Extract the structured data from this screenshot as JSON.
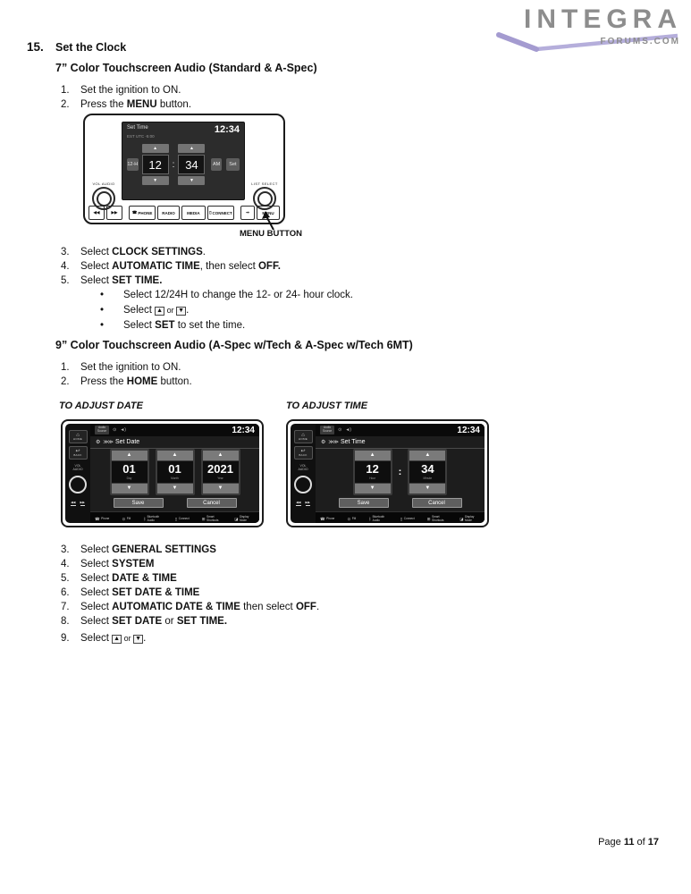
{
  "chars": {
    "bullet": "•",
    "colon": ":",
    "up": "▲",
    "down": "▼"
  },
  "logo": {
    "title": "INTEGRA",
    "subtitle": "FORUMS.COM"
  },
  "heading": {
    "number": "15.",
    "title": "Set the Clock"
  },
  "section7": {
    "title": "7” Color Touchscreen Audio (Standard & A-Spec)",
    "steps1": [
      {
        "num": "1.",
        "segs": [
          {
            "t": "Set the ignition to ON."
          }
        ]
      },
      {
        "num": "2.",
        "segs": [
          {
            "t": "Press the "
          },
          {
            "t": "MENU",
            "b": 1
          },
          {
            "t": " button."
          }
        ]
      }
    ],
    "menu_caption": "MENU BUTTON",
    "steps2": [
      {
        "num": "3.",
        "segs": [
          {
            "t": "Select "
          },
          {
            "t": "CLOCK SETTINGS",
            "b": 1
          },
          {
            "t": "."
          }
        ]
      },
      {
        "num": "4.",
        "segs": [
          {
            "t": "Select "
          },
          {
            "t": "AUTOMATIC TIME",
            "b": 1
          },
          {
            "t": ", then select "
          },
          {
            "t": "OFF.",
            "b": 1
          }
        ]
      },
      {
        "num": "5.",
        "segs": [
          {
            "t": "Select "
          },
          {
            "t": "SET TIME.",
            "b": 1
          }
        ]
      }
    ],
    "bullets": [
      {
        "segs": [
          {
            "t": "Select 12/24H to change the 12- or 24- hour clock."
          }
        ]
      },
      {
        "segs": [
          {
            "t": "Select "
          },
          {
            "k": "▲"
          },
          {
            "t": " or ",
            "sm": 1
          },
          {
            "k": "▼"
          },
          {
            "t": "."
          }
        ]
      },
      {
        "segs": [
          {
            "t": "Select "
          },
          {
            "t": "SET",
            "b": 1
          },
          {
            "t": " to set the time."
          }
        ]
      }
    ]
  },
  "radio7": {
    "screen": {
      "title": "Set Time",
      "clock": "12:34",
      "timezone": "EST   UTC   -5:00",
      "mode": "12-H",
      "hour": "12",
      "minute": "34",
      "ampm": "AM",
      "set": "Set"
    },
    "left_knob": {
      "l1": "VOL",
      "l2": "AUDIO"
    },
    "right_knob": {
      "l1": "LIST",
      "l2": "SELECT"
    },
    "bottom": [
      {
        "icon": "◀◀"
      },
      {
        "icon": "▶▶"
      },
      {
        "icon": "☎",
        "label": "PHONE"
      },
      {
        "label": "RADIO"
      },
      {
        "label": "MEDIA"
      },
      {
        "icon": "▯",
        "label": "CONNECT"
      },
      {
        "icon": "⇒"
      },
      {
        "label": "MENU"
      }
    ]
  },
  "section9": {
    "title": "9” Color Touchscreen Audio (A-Spec w/Tech & A-Spec w/Tech 6MT)",
    "steps1": [
      {
        "num": "1.",
        "segs": [
          {
            "t": "Set the ignition to ON."
          }
        ]
      },
      {
        "num": "2.",
        "segs": [
          {
            "t": "Press the "
          },
          {
            "t": "HOME",
            "b": 1
          },
          {
            "t": " button."
          }
        ]
      }
    ],
    "caption_date": "TO ADJUST DATE",
    "caption_time": "TO ADJUST TIME",
    "steps2": [
      {
        "num": "3.",
        "segs": [
          {
            "t": "Select "
          },
          {
            "t": "GENERAL SETTINGS",
            "b": 1
          }
        ]
      },
      {
        "num": "4.",
        "segs": [
          {
            "t": "Select "
          },
          {
            "t": "SYSTEM",
            "b": 1
          }
        ]
      },
      {
        "num": "5.",
        "segs": [
          {
            "t": "Select "
          },
          {
            "t": "DATE & TIME",
            "b": 1
          }
        ]
      },
      {
        "num": "6.",
        "segs": [
          {
            "t": "Select "
          },
          {
            "t": "SET DATE & TIME",
            "b": 1
          }
        ]
      },
      {
        "num": "7.",
        "segs": [
          {
            "t": "Select "
          },
          {
            "t": "AUTOMATIC DATE & TIME",
            "b": 1
          },
          {
            "t": " then select "
          },
          {
            "t": "OFF",
            "b": 1
          },
          {
            "t": "."
          }
        ]
      },
      {
        "num": "8.",
        "segs": [
          {
            "t": "Select "
          },
          {
            "t": "SET DATE",
            "b": 1
          },
          {
            "t": " or "
          },
          {
            "t": "SET TIME.",
            "b": 1
          }
        ]
      },
      {
        "num": "9.",
        "segs": [
          {
            "t": "Select "
          },
          {
            "k": "▲"
          },
          {
            "t": " or ",
            "sm": 1
          },
          {
            "k": "▼"
          },
          {
            "t": "."
          }
        ]
      }
    ]
  },
  "radio9_date": {
    "side": {
      "home_icon": "⌂",
      "home": "HOME",
      "back_icon": "↩",
      "back": "BACK",
      "vol": "VOL",
      "audio": "AUDIO",
      "seek_l": "◀◀",
      "seek_r": "▶▶"
    },
    "status": {
      "source1": "Audio",
      "source2": "Source",
      "icon1": "⊙",
      "icon2": "◄)",
      "clock": "12:34"
    },
    "header": {
      "gear": "⚙",
      "chev": "≫≫",
      "title": "Set Date"
    },
    "columns": [
      {
        "value": "01",
        "label": "Day"
      },
      {
        "value": "01",
        "label": "Month"
      },
      {
        "value": "2021",
        "label": "Year"
      }
    ],
    "save": "Save",
    "cancel": "Cancel",
    "dock": [
      {
        "icon": "☎",
        "label": "Phone"
      },
      {
        "icon": "⊙",
        "label": "FM"
      },
      {
        "icon": "ᛒ",
        "label": "Bluetooth Audio"
      },
      {
        "icon": "▯",
        "label": "Connect"
      },
      {
        "icon": "⊞",
        "label": "Smart Shortcuts"
      },
      {
        "icon": "◪",
        "label": "Display Mode"
      }
    ]
  },
  "radio9_time": {
    "side": {
      "home_icon": "⌂",
      "home": "HOME",
      "back_icon": "↩",
      "back": "BACK",
      "vol": "VOL",
      "audio": "AUDIO",
      "seek_l": "◀◀",
      "seek_r": "▶▶"
    },
    "status": {
      "source1": "Audio",
      "source2": "Source",
      "icon1": "⊙",
      "icon2": "◄)",
      "clock": "12:34"
    },
    "header": {
      "gear": "⚙",
      "chev": "≫≫",
      "title": "Set Time"
    },
    "columns": [
      {
        "value": "12",
        "label": "Hour"
      },
      {
        "value": "34",
        "label": "Minute"
      }
    ],
    "save": "Save",
    "cancel": "Cancel",
    "dock": [
      {
        "icon": "☎",
        "label": "Phone"
      },
      {
        "icon": "⊙",
        "label": "FM"
      },
      {
        "icon": "ᛒ",
        "label": "Bluetooth Audio"
      },
      {
        "icon": "▯",
        "label": "Connect"
      },
      {
        "icon": "⊞",
        "label": "Smart Shortcuts"
      },
      {
        "icon": "◪",
        "label": "Display Mode"
      }
    ]
  },
  "footer": {
    "pre": "Page ",
    "page": "11",
    "mid": " of ",
    "total": "17"
  }
}
